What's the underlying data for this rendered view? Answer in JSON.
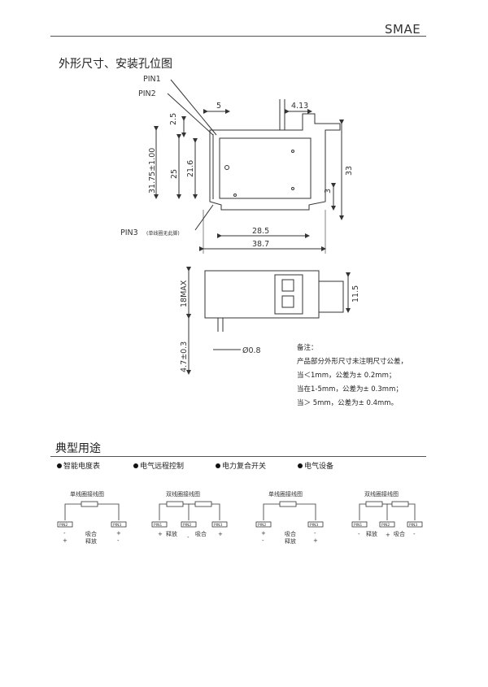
{
  "header": {
    "brand": "SMAE"
  },
  "dimension_section": {
    "title": "外形尺寸、安装孔位图",
    "pins": {
      "pin1": "PIN1",
      "pin2": "PIN2",
      "pin3": "PIN3",
      "pin3_note": "(单线圈无此脚)"
    },
    "dims": {
      "d5": "5",
      "d413": "4.13",
      "d25a": "2.5",
      "d3175": "31.75±1.00",
      "d25": "25",
      "d216": "21.6",
      "d33": "33",
      "d3": "3",
      "d285": "28.5",
      "d387": "38.7",
      "d18max": "18MAX",
      "d115": "11.5",
      "d47": "4.7±0.3",
      "d08": "Ø0.8"
    }
  },
  "notes": {
    "title": "备注：",
    "lines": [
      "产品部分外形尺寸未注明尺寸公差，",
      "当＜1mm，公差为± 0.2mm；",
      "当在1-5mm，公差为± 0.3mm；",
      "当＞ 5mm，公差为± 0.4mm。"
    ]
  },
  "applications": {
    "title": "典型用途",
    "items": [
      "智能电度表",
      "电气远程控制",
      "电力复合开关",
      "电气设备"
    ]
  },
  "wiring": [
    {
      "title": "单线圈接线图",
      "pins": [
        "PIN2",
        "PIN3"
      ],
      "signs": [
        "-",
        "+",
        "+",
        "-"
      ],
      "label1": "吸合",
      "label2": "释放"
    },
    {
      "title": "双线圈接线图",
      "pins": [
        "PIN1",
        "PIN2",
        "PIN3"
      ],
      "signs": [
        "+",
        "-",
        "+"
      ],
      "label1": "释放",
      "label2": "吸合"
    },
    {
      "title": "单线圈接线图",
      "pins": [
        "PIN2",
        "PIN3"
      ],
      "signs": [
        "+",
        "-",
        "-",
        "+"
      ],
      "label1": "吸合",
      "label2": "释放"
    },
    {
      "title": "双线圈接线图",
      "pins": [
        "PIN1",
        "PIN2",
        "PIN3"
      ],
      "signs": [
        "-",
        "+",
        "-"
      ],
      "label1": "释放",
      "label2": "吸合"
    }
  ]
}
